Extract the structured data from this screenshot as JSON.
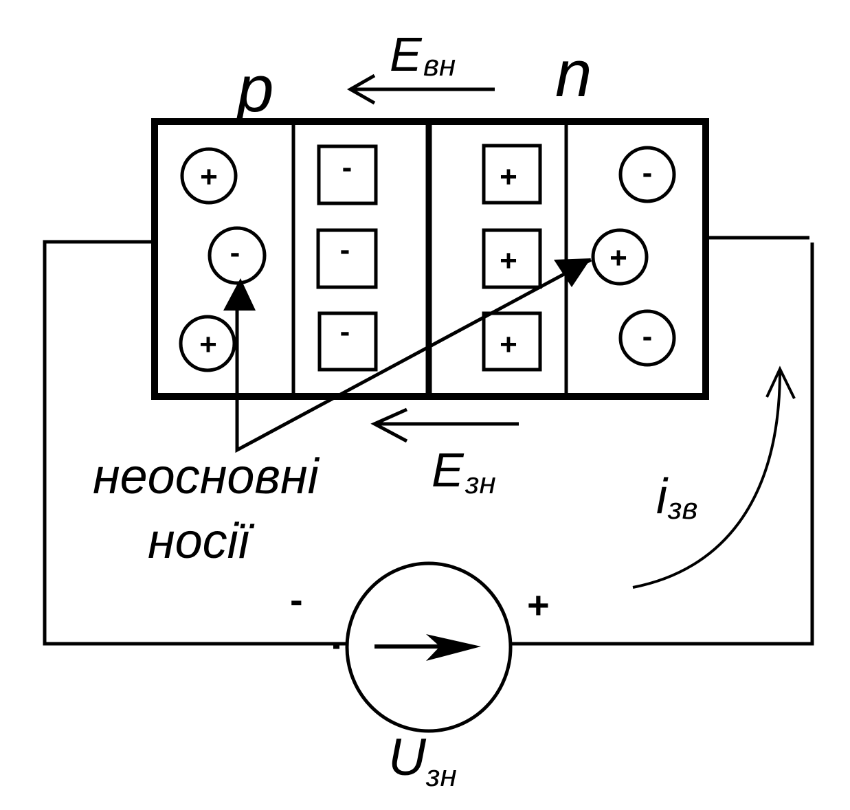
{
  "diagram": {
    "title": "p-n junction under reverse bias",
    "colors": {
      "ink": "#000000",
      "paper": "#ffffff"
    },
    "regions": {
      "p": {
        "label": "p"
      },
      "n": {
        "label": "n"
      }
    },
    "fields": {
      "internal": {
        "symbol": "E",
        "subscript": "вн",
        "direction": "left"
      },
      "external": {
        "symbol": "E",
        "subscript": "зн",
        "direction": "left"
      }
    },
    "carriers": {
      "p_region": [
        "+",
        "-",
        "+"
      ],
      "p_depletion_ions": [
        "-",
        "-",
        "-"
      ],
      "n_depletion_ions": [
        "+",
        "+",
        "+"
      ],
      "n_region": [
        "-",
        "+",
        "-"
      ]
    },
    "minority_label": {
      "line1": "неосновні",
      "line2": "носії"
    },
    "current": {
      "symbol": "i",
      "subscript": "зв"
    },
    "source": {
      "symbol": "U",
      "subscript": "зн",
      "minus_sign": "-",
      "plus_sign": "+"
    }
  }
}
